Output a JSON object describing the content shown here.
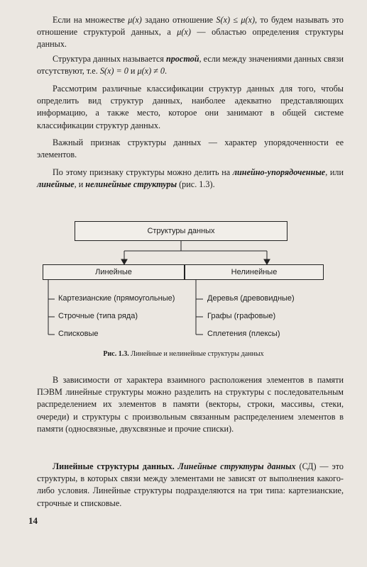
{
  "p1": {
    "a": "Если на множестве ",
    "m1": "μ(x)",
    "b": " задано отношение ",
    "m2": "S(x) ≤ μ(x)",
    "c": ", то будем называть это отношение структурой данных, а ",
    "m3": "μ(x)",
    "d": " — областью определения структуры данных."
  },
  "p2": {
    "a": "Структура данных называется ",
    "em": "простой",
    "b": ", если между значениями данных связи отсутствуют, т.е. ",
    "m1": "S(x) = 0",
    "c": " и ",
    "m2": "μ(x) ≠ 0",
    "d": "."
  },
  "p3": "Рассмотрим различные классификации структур данных для того, чтобы определить вид структур данных, наиболее адекватно представляющих информацию, а также место, которое они занимают в общей системе классификации структур данных.",
  "p4": "Важный признак структуры данных — характер упорядоченности ее элементов.",
  "p5": {
    "a": "По этому признаку структуры можно делить на ",
    "em1": "линейно-упорядоченные",
    "b": ", или ",
    "em2": "линейные",
    "c": ", и ",
    "em3": "нелинейные структуры",
    "d": " (рис. 1.3)."
  },
  "diagram": {
    "root": "Структуры данных",
    "left": {
      "title": "Линейные",
      "items": [
        "Картезианские (прямоугольные)",
        "Строчные (типа ряда)",
        "Списковые"
      ]
    },
    "right": {
      "title": "Нелинейные",
      "items": [
        "Деревья (древовидные)",
        "Графы (графовые)",
        "Сплетения (плексы)"
      ]
    }
  },
  "caption": {
    "label": "Рис. 1.3.",
    "text": " Линейные и нелинейные структуры данных"
  },
  "p6": "В зависимости от характера взаимного расположения элементов в памяти ПЭВМ линейные структуры можно разделить на структуры с последовательным распределением их элементов в памяти (векторы, строки, массивы, стеки, очереди) и структуры с произвольным связанным распределением элементов в памяти (односвязные, двухсвязные и прочие списки).",
  "p7": {
    "head": "Линейные структуры данных.",
    "sp": " ",
    "em": "Линейные структуры данных",
    "rest": " (СД) — это структуры, в которых связи между элементами не зависят от выполнения какого-либо условия. Линейные структуры подразделяются на три типа: картезианские, строчные и списковые."
  },
  "page_number": "14"
}
